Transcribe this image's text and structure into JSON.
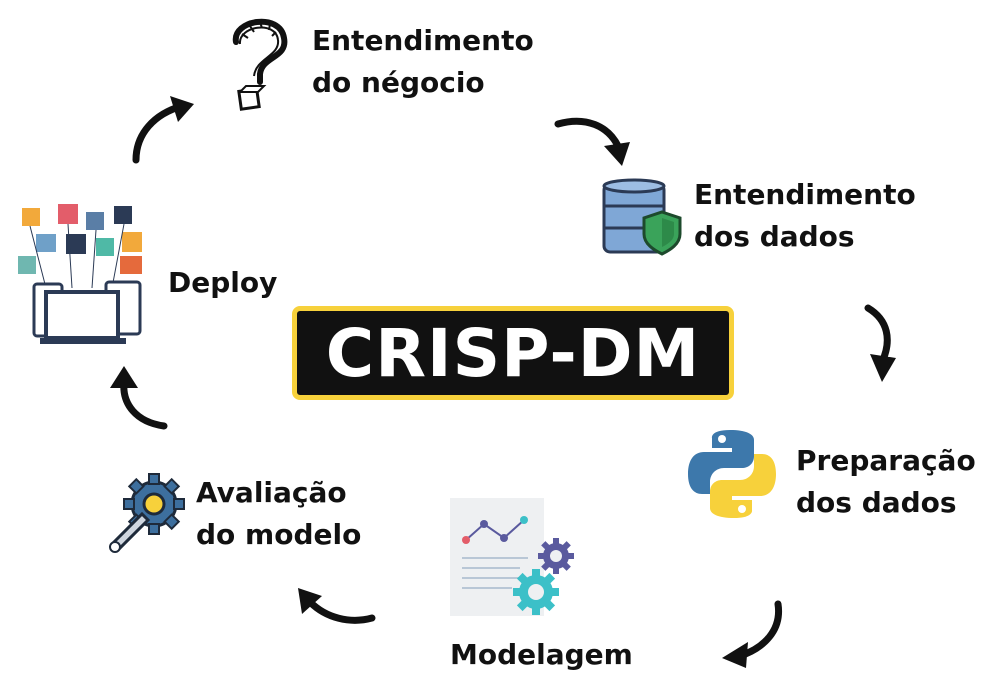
{
  "title": "CRISP-DM",
  "stages": {
    "business_understanding": {
      "line1": "Entendimento",
      "line2": "do négocio"
    },
    "data_understanding": {
      "line1": "Entendimento",
      "line2": "dos dados"
    },
    "data_preparation": {
      "line1": "Preparação",
      "line2": "dos dados"
    },
    "modeling": {
      "line1": "Modelagem"
    },
    "evaluation": {
      "line1": "Avaliação",
      "line2": "do modelo"
    },
    "deployment": {
      "line1": "Deploy"
    }
  },
  "colors": {
    "title_bg": "#111111",
    "title_border": "#f7d13b",
    "python_blue": "#3d78ab",
    "python_yellow": "#f7d13b",
    "database_blue": "#7fa7d6",
    "shield_green": "#3aa35a",
    "gear_teal": "#3cc0c8",
    "gear_purple": "#5a5a9e"
  },
  "icons": [
    "question-mark-icon",
    "database-shield-icon",
    "python-logo-icon",
    "chart-document-icon",
    "gear-wrench-icon",
    "devices-apps-icon"
  ]
}
